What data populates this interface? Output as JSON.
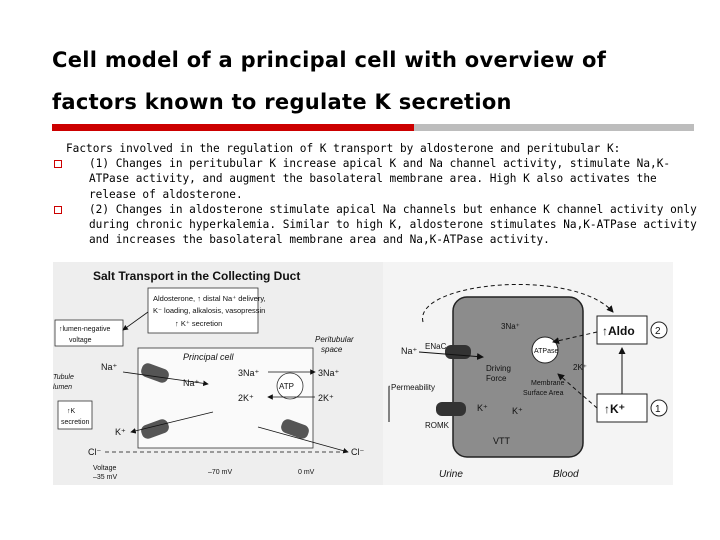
{
  "slide": {
    "title_line1": "Cell model of a principal cell with overview of",
    "title_line2": "factors known to regulate K secretion",
    "intro": "Factors involved in the regulation of K transport by aldosterone and peritubular K:",
    "bullets": [
      "(1) Changes in peritubular K increase apical K and Na channel activity, stimulate Na,K-ATPase activity, and augment the basolateral membrane area. High K also activates the release of aldosterone.",
      "(2) Changes in aldosterone stimulate apical Na channels but enhance K channel activity only during chronic hyperkalemia. Similar to high K, aldosterone stimulates Na,K-ATPase activity and increases the basolateral membrane area and Na,K-ATPase activity."
    ],
    "colors": {
      "accent_red": "#cc0000",
      "rule_gray": "#bdbdbd"
    }
  },
  "figure": {
    "title": "Salt Transport in the Collecting Duct",
    "factors_box": [
      "Aldosterone, ↑ distal Na⁺ delivery,",
      "K⁻ loading, alkalosis, vasopressin",
      "↑ K⁺ secretion"
    ],
    "lumen_negative": [
      "↑lumen-negative",
      "voltage"
    ],
    "principal_cell": "Principal cell",
    "peritubular_space": [
      "Peritubular",
      "space"
    ],
    "tubule_lumen": [
      "Tubule",
      "lumen"
    ],
    "k_secretion": [
      "↑K",
      "secretion"
    ],
    "na_lumen": "Na⁺",
    "na_cell": "Na⁺",
    "na3_cell": "3Na⁺",
    "na3_out": "3Na⁺",
    "atp_small": "ATP",
    "k2_cell": "2K⁺",
    "k2_out": "2K⁺",
    "k_lumen": "K⁺",
    "cl_lumen": "Cl⁻",
    "cl_out": "Cl⁻",
    "voltage_lumen": [
      "Voltage",
      "–35 mV"
    ],
    "voltage_cell": "–70 mV",
    "voltage_blood": "0 mV",
    "cell2": {
      "na3": "3Na⁺",
      "enac": "ENaC",
      "na": "Na⁺",
      "atpase": "ATPase",
      "k2": "2K⁺",
      "driving_force": [
        "Driving",
        "Force"
      ],
      "permeability": "↑Permeability",
      "membrane_surface": [
        "Membrane",
        "Surface Area"
      ],
      "k_cell": "K⁺",
      "k_right": "K⁺",
      "romk": "ROMK",
      "vtt": "VTT",
      "aldo": "↑Aldo",
      "aldo_num": "2",
      "kplus": "↑K⁺",
      "kplus_num": "1",
      "urine": "Urine",
      "blood": "Blood"
    }
  }
}
